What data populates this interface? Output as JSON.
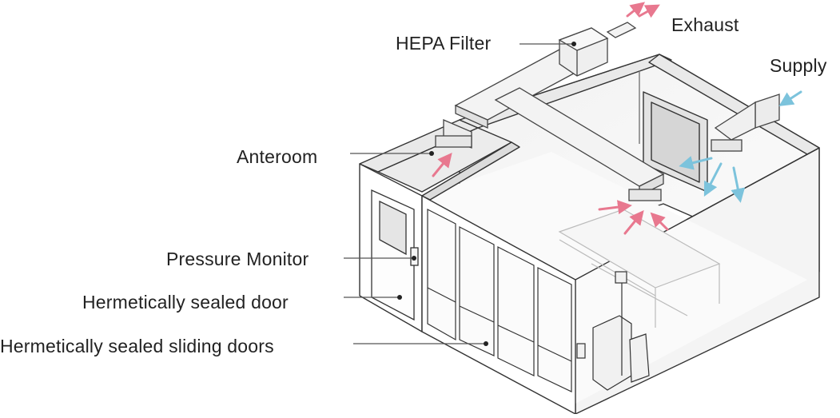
{
  "labels": {
    "hepa_filter": "HEPA Filter",
    "exhaust": "Exhaust",
    "supply": "Supply",
    "anteroom": "Anteroom",
    "pressure_monitor": "Pressure Monitor",
    "sealed_door": "Hermetically sealed door",
    "sealed_sliding_doors": "Hermetically sealed sliding doors"
  },
  "colors": {
    "exhaust_arrow": "#e8788f",
    "supply_arrow": "#7cc3dc",
    "line": "#555555",
    "text": "#222222"
  }
}
